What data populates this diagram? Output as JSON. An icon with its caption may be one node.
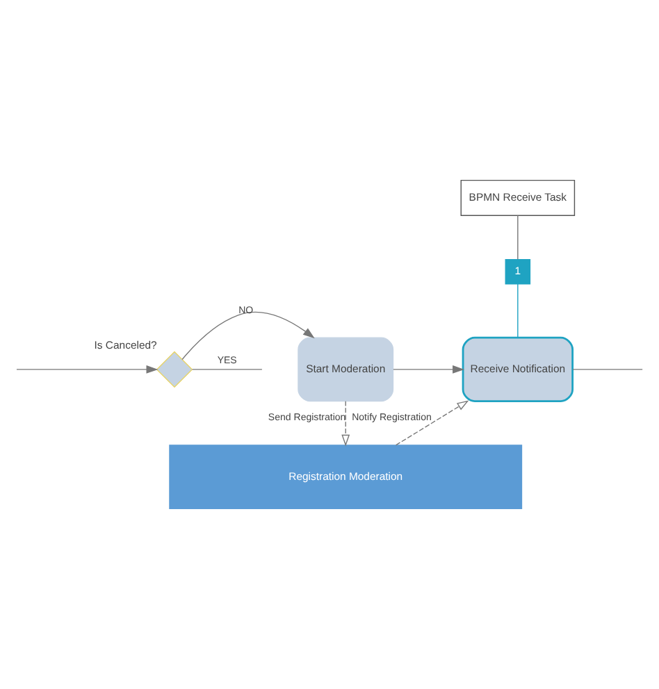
{
  "diagram": {
    "nodes": [
      {
        "text": [
          "BPMN Receive Task"
        ]
      },
      {
        "text": [
          "1"
        ]
      },
      {
        "text": [
          "Is Canceled?"
        ]
      },
      {
        "text": [
          "Start Moderation"
        ]
      },
      {
        "text": [
          "Receive Notification"
        ]
      },
      {
        "text": [
          "Registration Moderation"
        ]
      }
    ],
    "edges": [
      {
        "from": 0,
        "to": 1,
        "arrow": "none"
      },
      {
        "from": 1,
        "to": 4,
        "arrow": "none",
        "color": "#1fa3c2"
      },
      {
        "from": null,
        "to": 2,
        "arrow": "to"
      },
      {
        "from": 2,
        "to": 3,
        "label": "NO",
        "arrow": "to"
      },
      {
        "from": 3,
        "to": 4,
        "arrow": "to"
      },
      {
        "from": 4,
        "to": null,
        "arrow": "none"
      },
      {
        "from": 2,
        "to": null,
        "label": "YES",
        "arrow": "none"
      },
      {
        "from": 3,
        "to": 5,
        "label": "Send Registration",
        "arrow": "to",
        "style": "dashed"
      },
      {
        "from": 5,
        "to": 4,
        "label": "Notify Registration",
        "arrow": "to",
        "style": "dashed"
      }
    ]
  }
}
